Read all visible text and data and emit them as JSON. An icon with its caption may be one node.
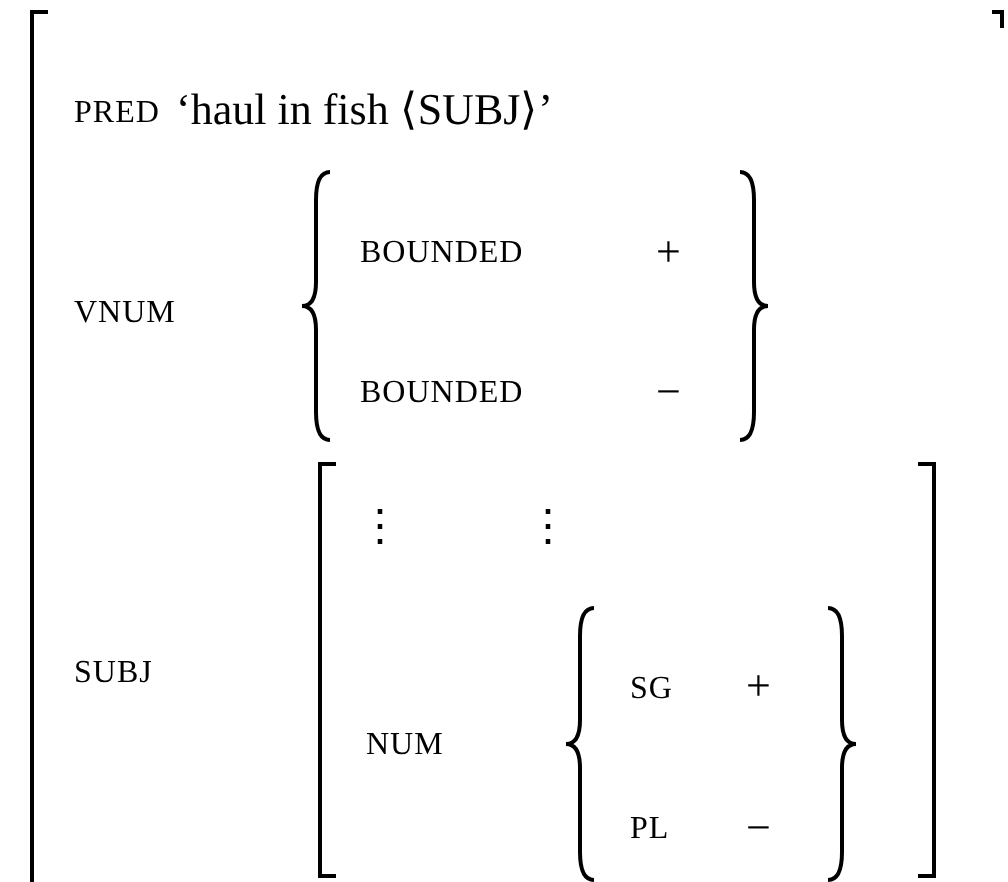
{
  "diagram": {
    "labels": [
      "PRED",
      "‘haul in fish ⟨SUBJ⟩’",
      "VNUM",
      "BOUNDED",
      "+",
      "BOUNDED",
      "−",
      "⋮",
      "⋮",
      "SUBJ",
      "NUM",
      "SG",
      "+",
      "PL",
      "−"
    ]
  }
}
